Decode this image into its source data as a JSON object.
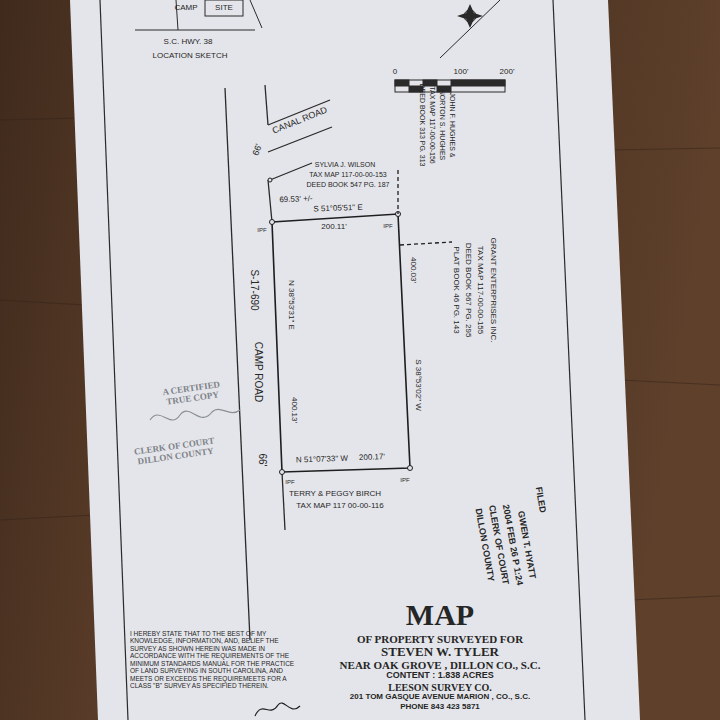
{
  "diagram": {
    "title": "MAP",
    "labels": [
      "CAMP",
      "SITE",
      "S.C. HWY. 38",
      "LOCATION SKETCH",
      "0",
      "100'",
      "200'",
      "66'",
      "CANAL ROAD",
      "SYLVIA J. WILSON",
      "TAX MAP 117-00-00-153",
      "DEED BOOK 547 PG. 187",
      "JOHN F. HUGHES &",
      "NORTON S. HUGHES",
      "TAX MAP 117-00-00-156",
      "DEED BOOK 313 PG. 313",
      "69.53' +/-",
      "S 51°05'51\" E",
      "200.11'",
      "IPF",
      "IPF",
      "400.03'",
      "S-17-690",
      "CAMP ROAD",
      "66'",
      "N 38°53'31\" E",
      "400.13'",
      "GRANT ENTERPRISES INC.",
      "TAX MAP 117-00-00-155",
      "DEED BOOK 567 PG. 295",
      "PLAT BOOK 46 PG. 143",
      "S 38°53'02\" W",
      "N 51°07'33\" W",
      "200.17'",
      "IPF",
      "IPF",
      "TERRY & PEGGY BIRCH",
      "TAX MAP 117 00-00-116",
      "A CERTIFIED TRUE COPY",
      "CLERK OF COURT DILLON COUNTY",
      "FILED",
      "GWEN T. HYATT",
      "2004 FEB 26 P 1:24",
      "CLERK OF COURT",
      "DILLON COUNTY",
      "OF PROPERTY SURVEYED FOR",
      "STEVEN W. TYLER",
      "NEAR OAK GROVE , DILLON CO., S.C.",
      "CONTENT : 1.838 ACRES",
      "LEESON SURVEY CO.",
      "201 TOM GASQUE AVENUE MARION , CO., S.C.",
      "PHONE 843 423 5871",
      "I HEREBY STATE THAT TO THE BEST OF MY KNOWLEDGE, INFORMATION, AND, BELIEF THE SURVEY AS SHOWN HEREIN WAS MADE IN ACCORDANCE WITH THE REQUIREMENTS OF THE MINIMUM STANDARDS MANUAL FOR THE PRACTICE OF LAND SURVEYING IN SOUTH CAROLINA, AND MEETS OR EXCEEDS THE REQUIREMEETS FOR A CLASS \"B\" SURVEY AS SPECIFIED THEREIN."
    ]
  }
}
